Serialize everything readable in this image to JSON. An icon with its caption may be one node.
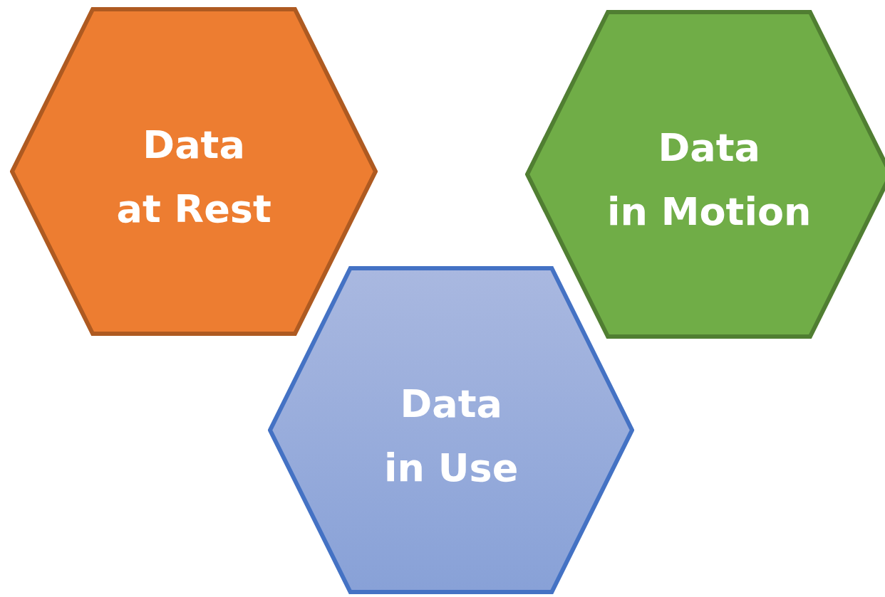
{
  "diagram": {
    "nodes": [
      {
        "text": [
          "Data at Rest"
        ]
      },
      {
        "text": [
          "Data in Motion"
        ]
      },
      {
        "text": [
          "Data in Use"
        ]
      }
    ]
  }
}
